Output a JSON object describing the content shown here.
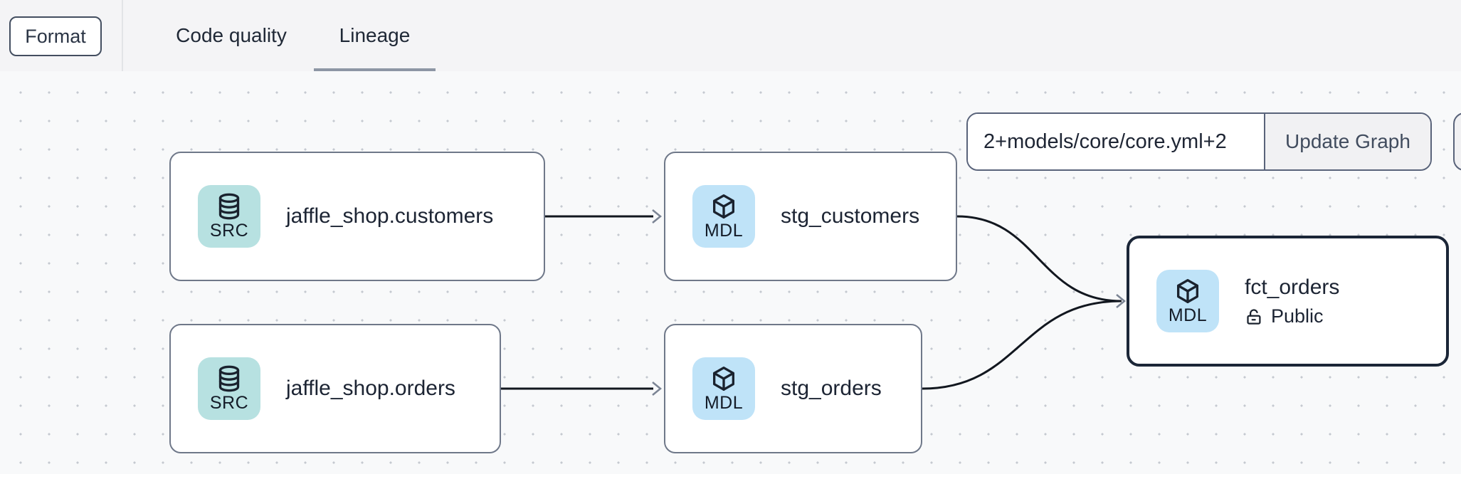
{
  "header": {
    "format_button": "Format",
    "tabs": [
      {
        "label": "Code quality",
        "active": false
      },
      {
        "label": "Lineage",
        "active": true
      }
    ]
  },
  "toolbar": {
    "selector_value": "2+models/core/core.yml+2",
    "update_button": "Update Graph"
  },
  "nodes": [
    {
      "id": "jaffle_shop.customers",
      "type": "SRC",
      "label": "jaffle_shop.customers"
    },
    {
      "id": "stg_customers",
      "type": "MDL",
      "label": "stg_customers"
    },
    {
      "id": "jaffle_shop.orders",
      "type": "SRC",
      "label": "jaffle_shop.orders"
    },
    {
      "id": "stg_orders",
      "type": "MDL",
      "label": "stg_orders"
    },
    {
      "id": "fct_orders",
      "type": "MDL",
      "label": "fct_orders",
      "access": "Public",
      "selected": true
    }
  ],
  "edges": [
    {
      "from": "jaffle_shop.customers",
      "to": "stg_customers"
    },
    {
      "from": "jaffle_shop.orders",
      "to": "stg_orders"
    },
    {
      "from": "stg_customers",
      "to": "fct_orders"
    },
    {
      "from": "stg_orders",
      "to": "fct_orders"
    }
  ],
  "icons": {
    "src_badge": "database-icon",
    "mdl_badge": "cube-icon",
    "public_access": "unlock-icon"
  },
  "colors": {
    "header_bg": "#f4f4f6",
    "canvas_bg": "#f8f9fa",
    "canvas_dot": "#c5c9d0",
    "src_badge_bg": "#b7e1e1",
    "mdl_badge_bg": "#bfe3f8",
    "node_border": "#6f7889",
    "selected_node_border": "#1b2637",
    "edge_stroke": "#12171f",
    "arrowhead": "#7b8494",
    "tab_underline": "#8d96a4",
    "text_dark": "#1c2433"
  }
}
